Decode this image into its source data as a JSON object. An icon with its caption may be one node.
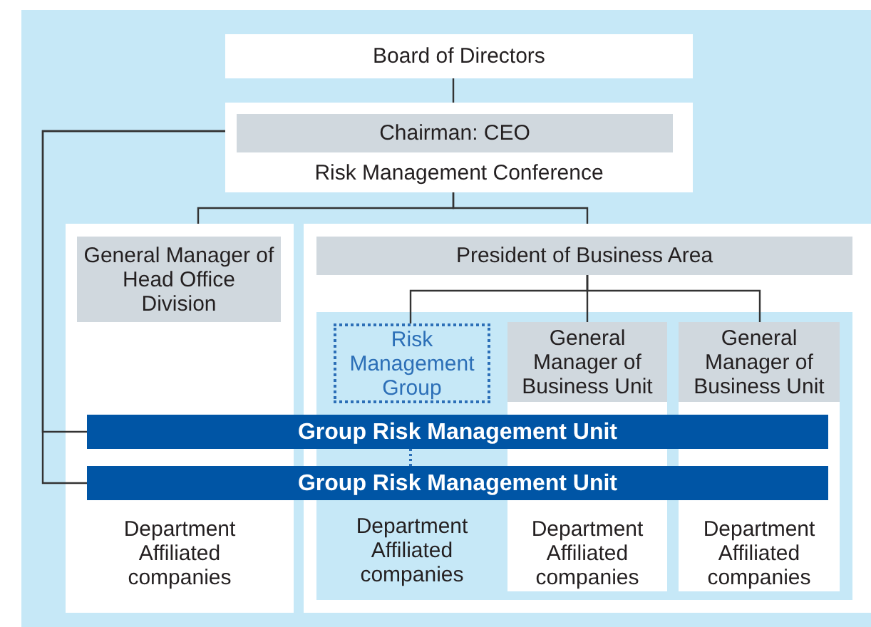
{
  "diagram": {
    "nodes": [
      {
        "text": [
          "Board of Directors"
        ]
      },
      {
        "text": [
          "Risk Management Conference"
        ]
      },
      {
        "text": [
          "Chairman: CEO"
        ],
        "in": 1
      },
      {
        "text": [
          "Department Affiliated companies"
        ]
      },
      {
        "text": [
          "General Manager of Head Office Division"
        ],
        "in": 3
      },
      {
        "text": [],
        "shape": "box"
      },
      {
        "text": [
          "President of Business Area"
        ],
        "in": 5
      },
      {
        "text": [
          "Department Affiliated companies"
        ],
        "in": 5
      },
      {
        "text": [
          "Risk Management Group"
        ],
        "in": 7
      },
      {
        "text": [
          "Department Affiliated companies"
        ],
        "in": 7
      },
      {
        "text": [
          "General Manager of Business Unit"
        ],
        "in": 9
      },
      {
        "text": [
          "Department Affiliated companies"
        ],
        "in": 7
      },
      {
        "text": [
          "General Manager of Business Unit"
        ],
        "in": 11
      },
      {
        "text": [
          "Group Risk Management Unit"
        ]
      },
      {
        "text": [
          "Group Risk Management Unit"
        ]
      }
    ],
    "edges": [
      {
        "from": 0,
        "to": 1,
        "arrow": "none"
      },
      {
        "from": 1,
        "to": 3,
        "arrow": "none"
      },
      {
        "from": 1,
        "to": 5,
        "arrow": "none"
      },
      {
        "from": 1,
        "to": 13,
        "arrow": "none"
      },
      {
        "from": 1,
        "to": 14,
        "arrow": "none"
      },
      {
        "from": 6,
        "to": 8,
        "arrow": "none"
      },
      {
        "from": 6,
        "to": 9,
        "arrow": "none"
      },
      {
        "from": 6,
        "to": 11,
        "arrow": "none"
      },
      {
        "from": 13,
        "to": 14,
        "arrow": "none",
        "style": "dashed",
        "color": "#2c6fb7"
      }
    ]
  }
}
